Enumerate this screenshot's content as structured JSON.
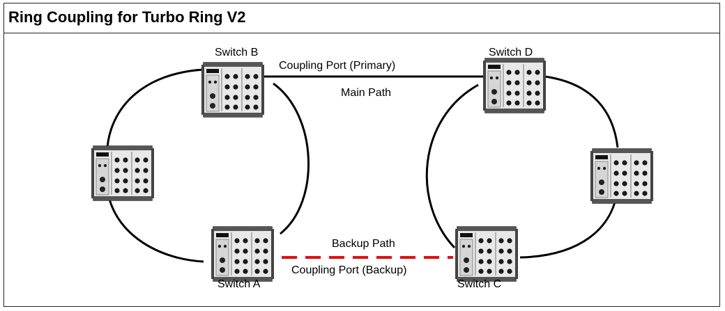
{
  "title": "Ring Coupling for Turbo Ring V2",
  "switches": {
    "a": "Switch A",
    "b": "Switch B",
    "c": "Switch C",
    "d": "Switch D"
  },
  "links": {
    "primary_port": "Coupling Port (Primary)",
    "main_path": "Main Path",
    "backup_path": "Backup Path",
    "backup_port": "Coupling Port (Backup)"
  },
  "colors": {
    "backup_line": "#e01010",
    "ring_line": "#000000"
  }
}
